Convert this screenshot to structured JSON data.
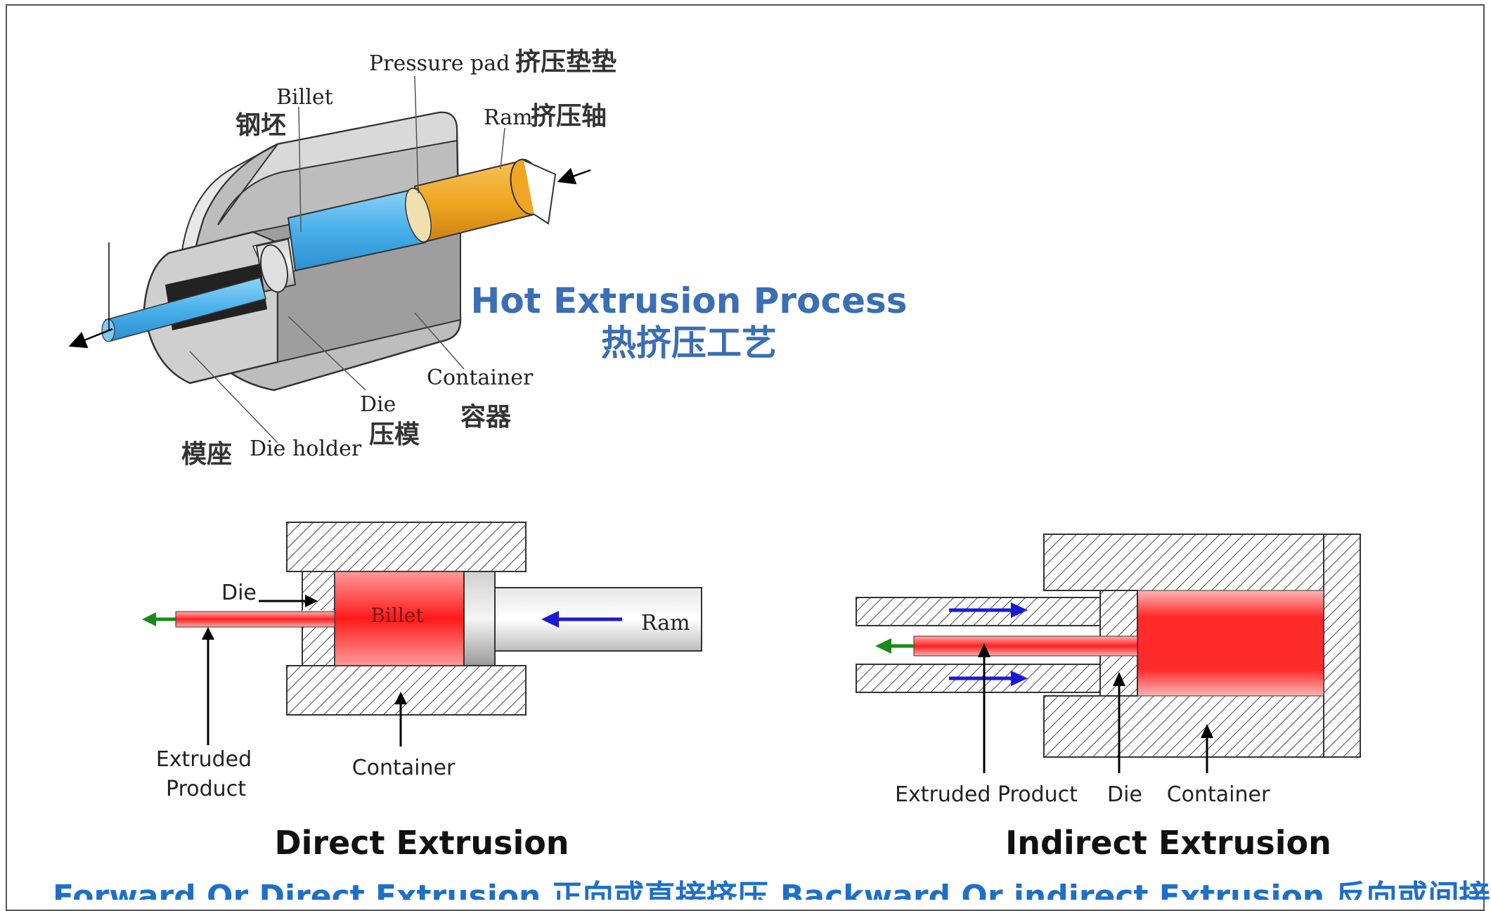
{
  "hot_process": {
    "title_en": "Hot Extrusion Process",
    "title_cn": "热挤压工艺",
    "labels": {
      "pressure_pad_en": "Pressure pad",
      "pressure_pad_cn": "挤压垫垫",
      "billet_en": "Billet",
      "billet_cn": "钢坯",
      "ram_en": "Ram",
      "ram_cn": "挤压轴",
      "container_en": "Container",
      "container_cn": "容器",
      "die_en": "Die",
      "die_cn": "压模",
      "die_holder_en": "Die holder",
      "die_holder_cn": "模座"
    },
    "colors": {
      "billet": "#48b0ea",
      "ram": "#f0a623",
      "metal": "#a8a8a8"
    }
  },
  "direct": {
    "labels": {
      "die": "Die",
      "billet": "Billet",
      "ram": "Ram",
      "extruded_line1": "Extruded",
      "extruded_line2": "Product",
      "container": "Container"
    },
    "title": "Direct Extrusion",
    "caption": "Forward Or Direct Extrusion 正向或直接挤压"
  },
  "indirect": {
    "labels": {
      "extruded_product": "Extruded Product",
      "die": "Die",
      "container": "Container"
    },
    "title": "Indirect Extrusion",
    "caption": "Backward Or indirect Extrusion 反向或间接挤压"
  },
  "colors": {
    "hot_metal": "#ff1a1a",
    "arrow_blue": "#1a1ad6",
    "arrow_green": "#1a8a1a",
    "caption_blue": "#1e6fc8"
  }
}
